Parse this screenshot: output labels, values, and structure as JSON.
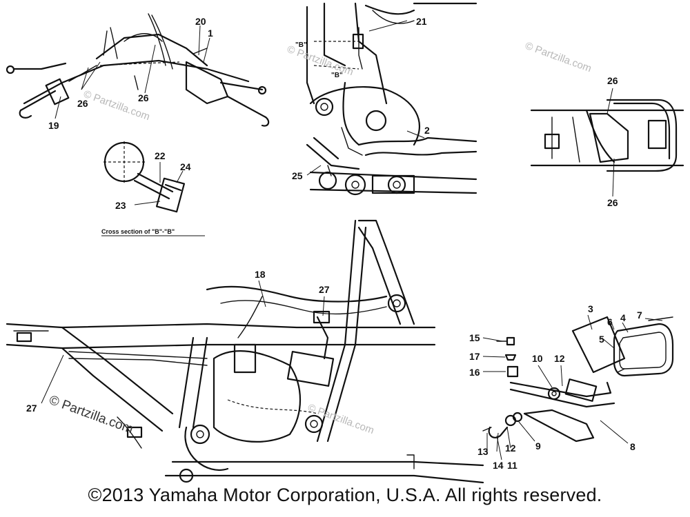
{
  "callouts": {
    "c1": "1",
    "c2": "2",
    "c3": "3",
    "c4": "4",
    "c5": "5",
    "c6": "6",
    "c7": "7",
    "c8": "8",
    "c9": "9",
    "c10": "10",
    "c11": "11",
    "c12a": "12",
    "c12b": "12",
    "c13": "13",
    "c14": "14",
    "c15": "15",
    "c16": "16",
    "c17": "17",
    "c18": "18",
    "c19": "19",
    "c20": "20",
    "c21": "21",
    "c22": "22",
    "c23": "23",
    "c24": "24",
    "c25": "25",
    "c26a": "26",
    "c26b": "26",
    "c26c": "26",
    "c26d": "26",
    "c27a": "27",
    "c27b": "27"
  },
  "view_labels": {
    "b_top": "\"B\"",
    "b_bottom": "\"B\""
  },
  "section_caption": "Cross section of \"B\"-\"B\"",
  "watermark": "© Partzilla.com",
  "copyright": "©2013 Yamaha Motor Corporation, U.S.A. All rights reserved."
}
